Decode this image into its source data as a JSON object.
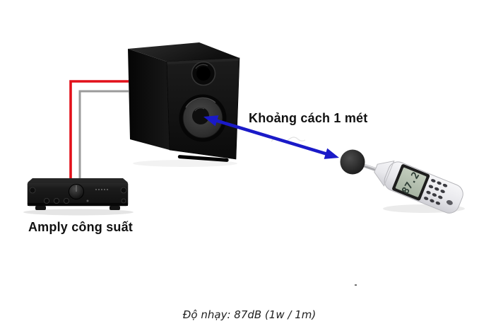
{
  "labels": {
    "distance": "Khoảng cách 1 mét",
    "amplifier": "Amply công suất",
    "caption": "Độ nhạy: 87dB (1w / 1m)"
  },
  "meter": {
    "display_value": "87.2"
  },
  "colors": {
    "background": "#ffffff",
    "arrow_blue": "#1a1ac8",
    "wire_red": "#e2101a",
    "wire_gray": "#9b9b9b",
    "speaker_body": "#121212",
    "amplifier_body": "#1b1b1b",
    "meter_body": "#ededf0",
    "lcd_background": "#b6c2b2",
    "lcd_text": "#2e3e36",
    "label_text": "#111111",
    "caption_text": "#212121"
  }
}
